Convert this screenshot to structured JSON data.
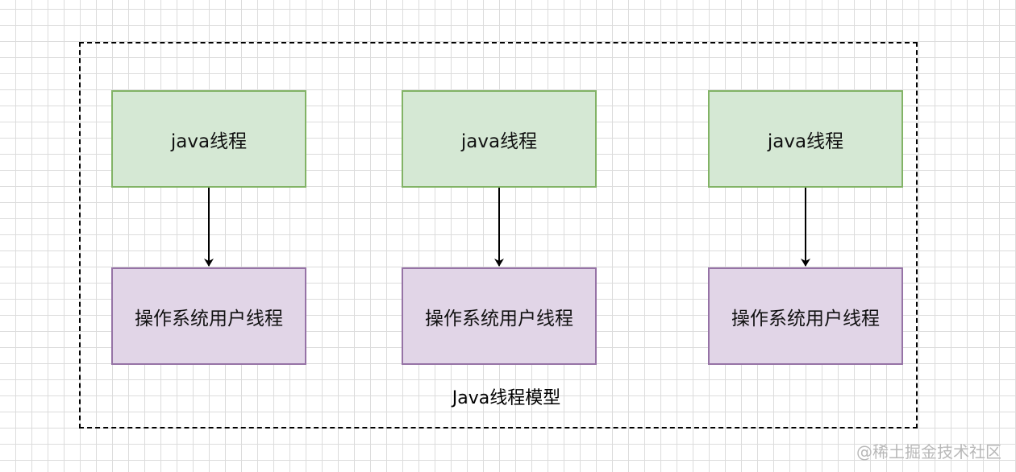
{
  "diagram": {
    "group_label": "Java线程模型",
    "pairs": [
      {
        "java_thread": "java线程",
        "os_thread": "操作系统用户线程"
      },
      {
        "java_thread": "java线程",
        "os_thread": "操作系统用户线程"
      },
      {
        "java_thread": "java线程",
        "os_thread": "操作系统用户线程"
      }
    ]
  },
  "colors": {
    "java_fill": "#d5e8d4",
    "java_border": "#82b366",
    "os_fill": "#e1d5e7",
    "os_border": "#9673a6",
    "grid": "#dcdcdc"
  },
  "watermark": "@稀土掘金技术社区"
}
